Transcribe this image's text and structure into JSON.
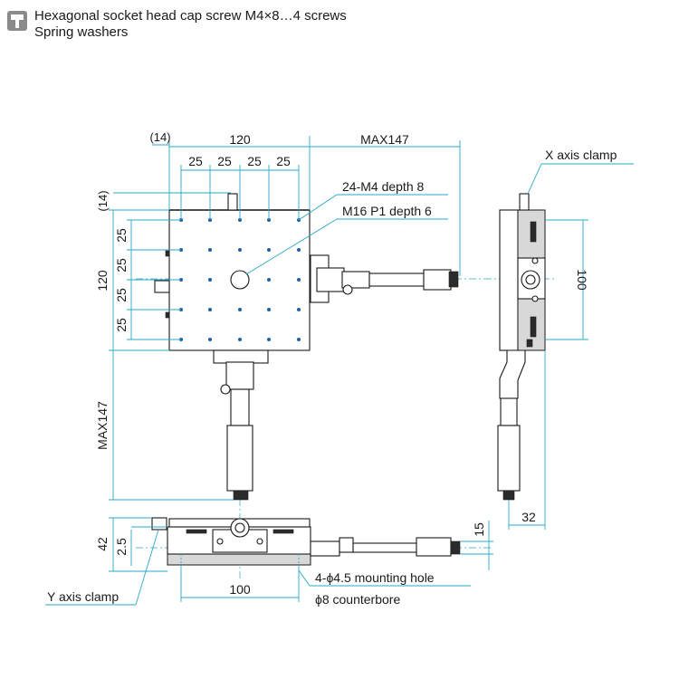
{
  "header": {
    "icon": "screw-icon",
    "line1": "Hexagonal socket head cap screw M4×8…4 screws",
    "line2": "Spring washers"
  },
  "colors": {
    "dimension": "#2aa7c9",
    "hole": "#1f5fa8",
    "outline": "#1a1a1a"
  },
  "labels": {
    "top_14": "(14)",
    "top_120": "120",
    "top_max147": "MAX147",
    "pitch": [
      "25",
      "25",
      "25",
      "25"
    ],
    "left_14": "(14)",
    "left_120": "120",
    "left_pitch": [
      "25",
      "25",
      "25",
      "25"
    ],
    "left_max147": "MAX147",
    "tap_holes": "24-M4 depth 8",
    "center_hole": "M16 P1 depth 6",
    "x_clamp": "X axis clamp",
    "side_100": "100",
    "side_32": "32",
    "front_42": "42",
    "front_2_5": "2.5",
    "front_15": "15",
    "front_100": "100",
    "mount_hole": "4-ϕ4.5 mounting hole",
    "counterbore": "ϕ8 counterbore",
    "y_clamp": "Y axis clamp"
  }
}
